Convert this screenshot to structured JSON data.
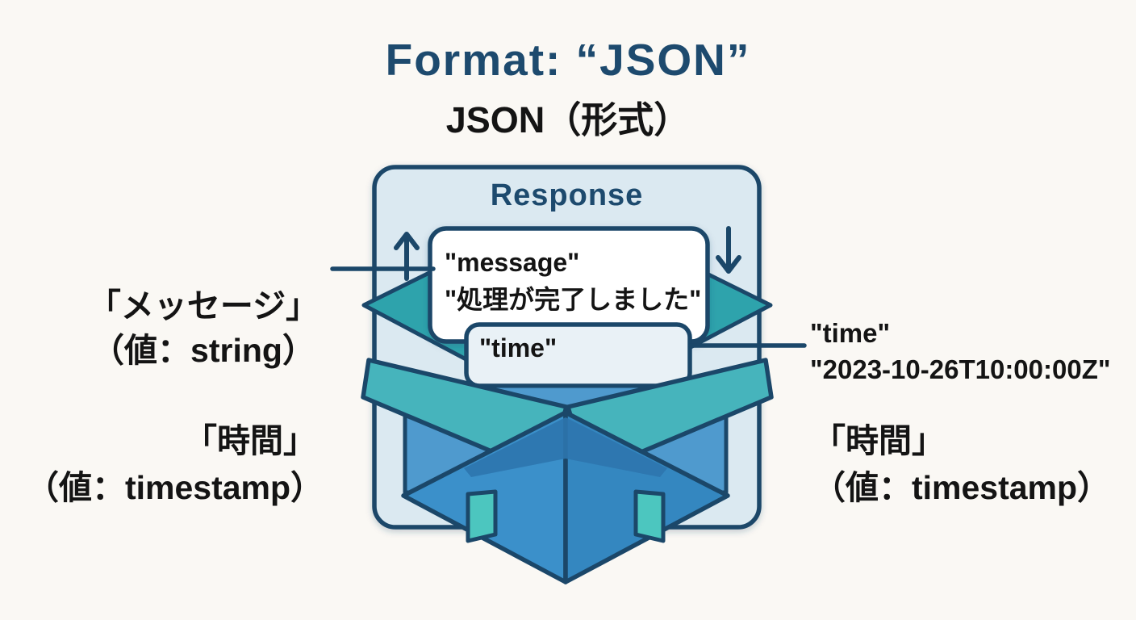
{
  "title": "Format: “JSON”",
  "subtitle": "JSON（形式）",
  "colors": {
    "bg": "#faf8f4",
    "navy": "#1b4769",
    "title": "#1d4a6e",
    "container": "#dbe9f1",
    "card": "#ffffff",
    "card2": "#e9f1f6",
    "wing": "#46b4bc",
    "backflap": "#2ea3ac",
    "backwall": "#4f9ace",
    "body_l": "#3b90ca",
    "body_r": "#3487c0",
    "shade": "#2e76ae",
    "tag": "#4cc6bf",
    "text": "#141414"
  },
  "response": {
    "label": "Response"
  },
  "cards": {
    "message": {
      "line1": "\"message\"",
      "line2": "\"処理が完了しました\""
    },
    "time": {
      "line1": "\"time\""
    }
  },
  "labels": {
    "left_top": {
      "line1": "「メッセージ」",
      "line2": "（値：string）"
    },
    "left_bottom": {
      "line1": "「時間」",
      "line2": "（値：timestamp）"
    },
    "right_top": {
      "line1": "\"time\"",
      "line2": "\"2023-10-26T10:00:00Z\""
    },
    "right_bottom": {
      "line1": "「時間」",
      "line2": "（値：timestamp）"
    }
  },
  "icons": {
    "up_arrow": "up-arrow",
    "down_arrow": "down-arrow",
    "box": "open-box"
  }
}
